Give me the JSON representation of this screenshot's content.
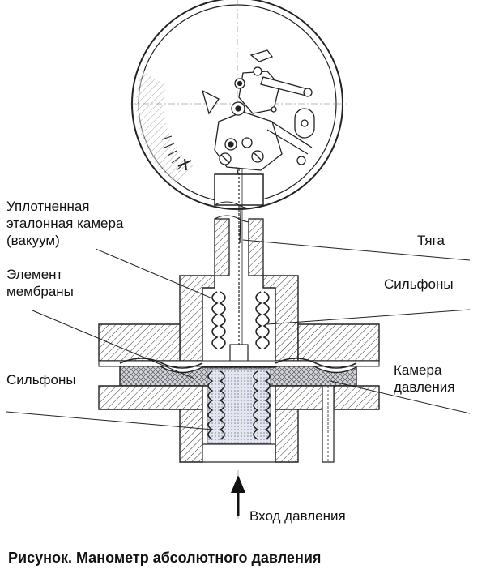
{
  "labels": {
    "sealed_chamber": "Уплотненная\nэталонная камера\n(вакуум)",
    "rod": "Тяга",
    "membrane_element": "Элемент\nмембраны",
    "bellows_top": "Сильфоны",
    "bellows_left": "Сильфоны",
    "pressure_chamber": "Камера\nдавления",
    "pressure_inlet": "Вход давления"
  },
  "caption": "Рисунок. Манометр абсолютного давления"
}
